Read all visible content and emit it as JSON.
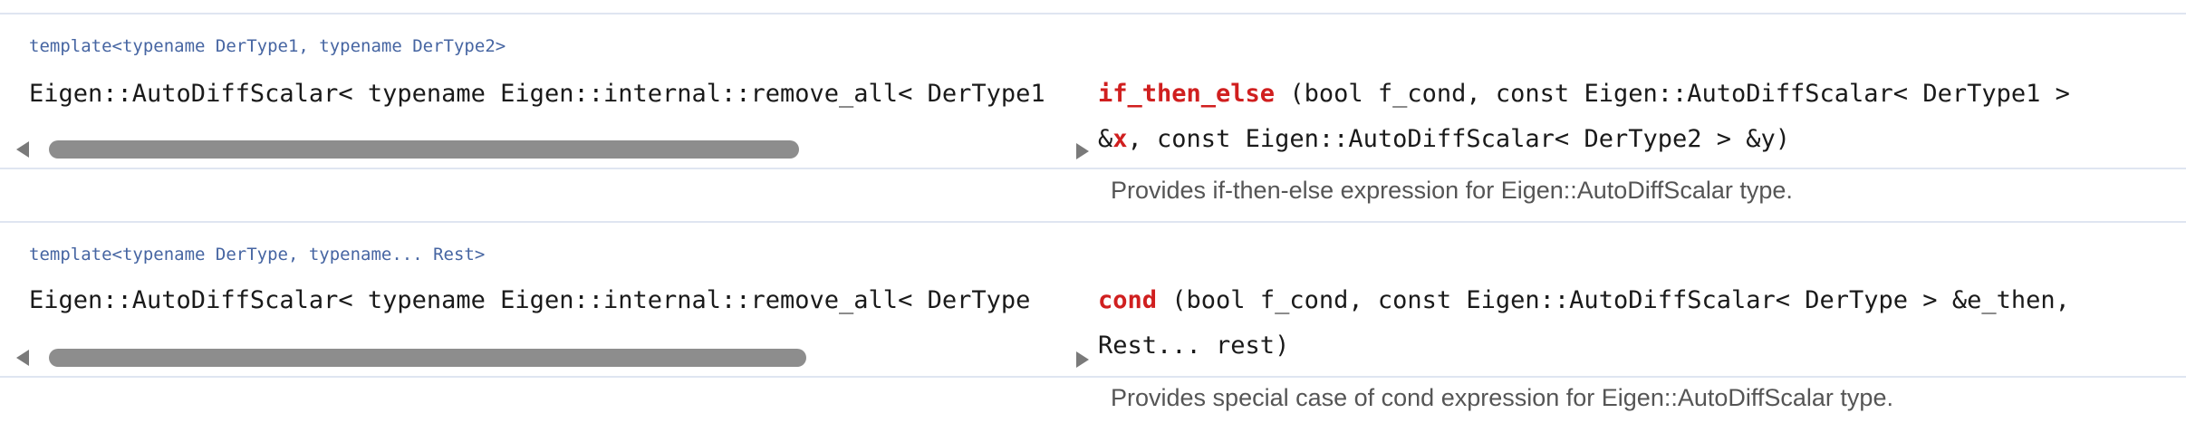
{
  "members": [
    {
      "template": "template<typename DerType1, typename DerType2>",
      "return_type": "Eigen::AutoDiffScalar< typename Eigen::internal::remove_all< DerType1",
      "func_name": "if_then_else",
      "args_line1": " (bool f_cond, const Eigen::AutoDiffScalar< DerType1 >",
      "args_line2_pre": "&",
      "args_line2_param": "x",
      "args_line2_post": ", const Eigen::AutoDiffScalar< DerType2 > &y)",
      "description": "Provides if-then-else expression for Eigen::AutoDiffScalar type."
    },
    {
      "template": "template<typename DerType, typename... Rest>",
      "return_type": "Eigen::AutoDiffScalar< typename Eigen::internal::remove_all< DerType",
      "func_name": "cond",
      "args_line1": " (bool f_cond, const Eigen::AutoDiffScalar< DerType > &e_then,",
      "args_line2": "Rest... rest)",
      "description": "Provides special case of cond expression for Eigen::AutoDiffScalar type."
    }
  ],
  "colors": {
    "template_text": "#4665a2",
    "function_name": "#d01f1f",
    "separator": "#dfe5f1",
    "scrollbar_thumb": "#8d8d8d"
  }
}
